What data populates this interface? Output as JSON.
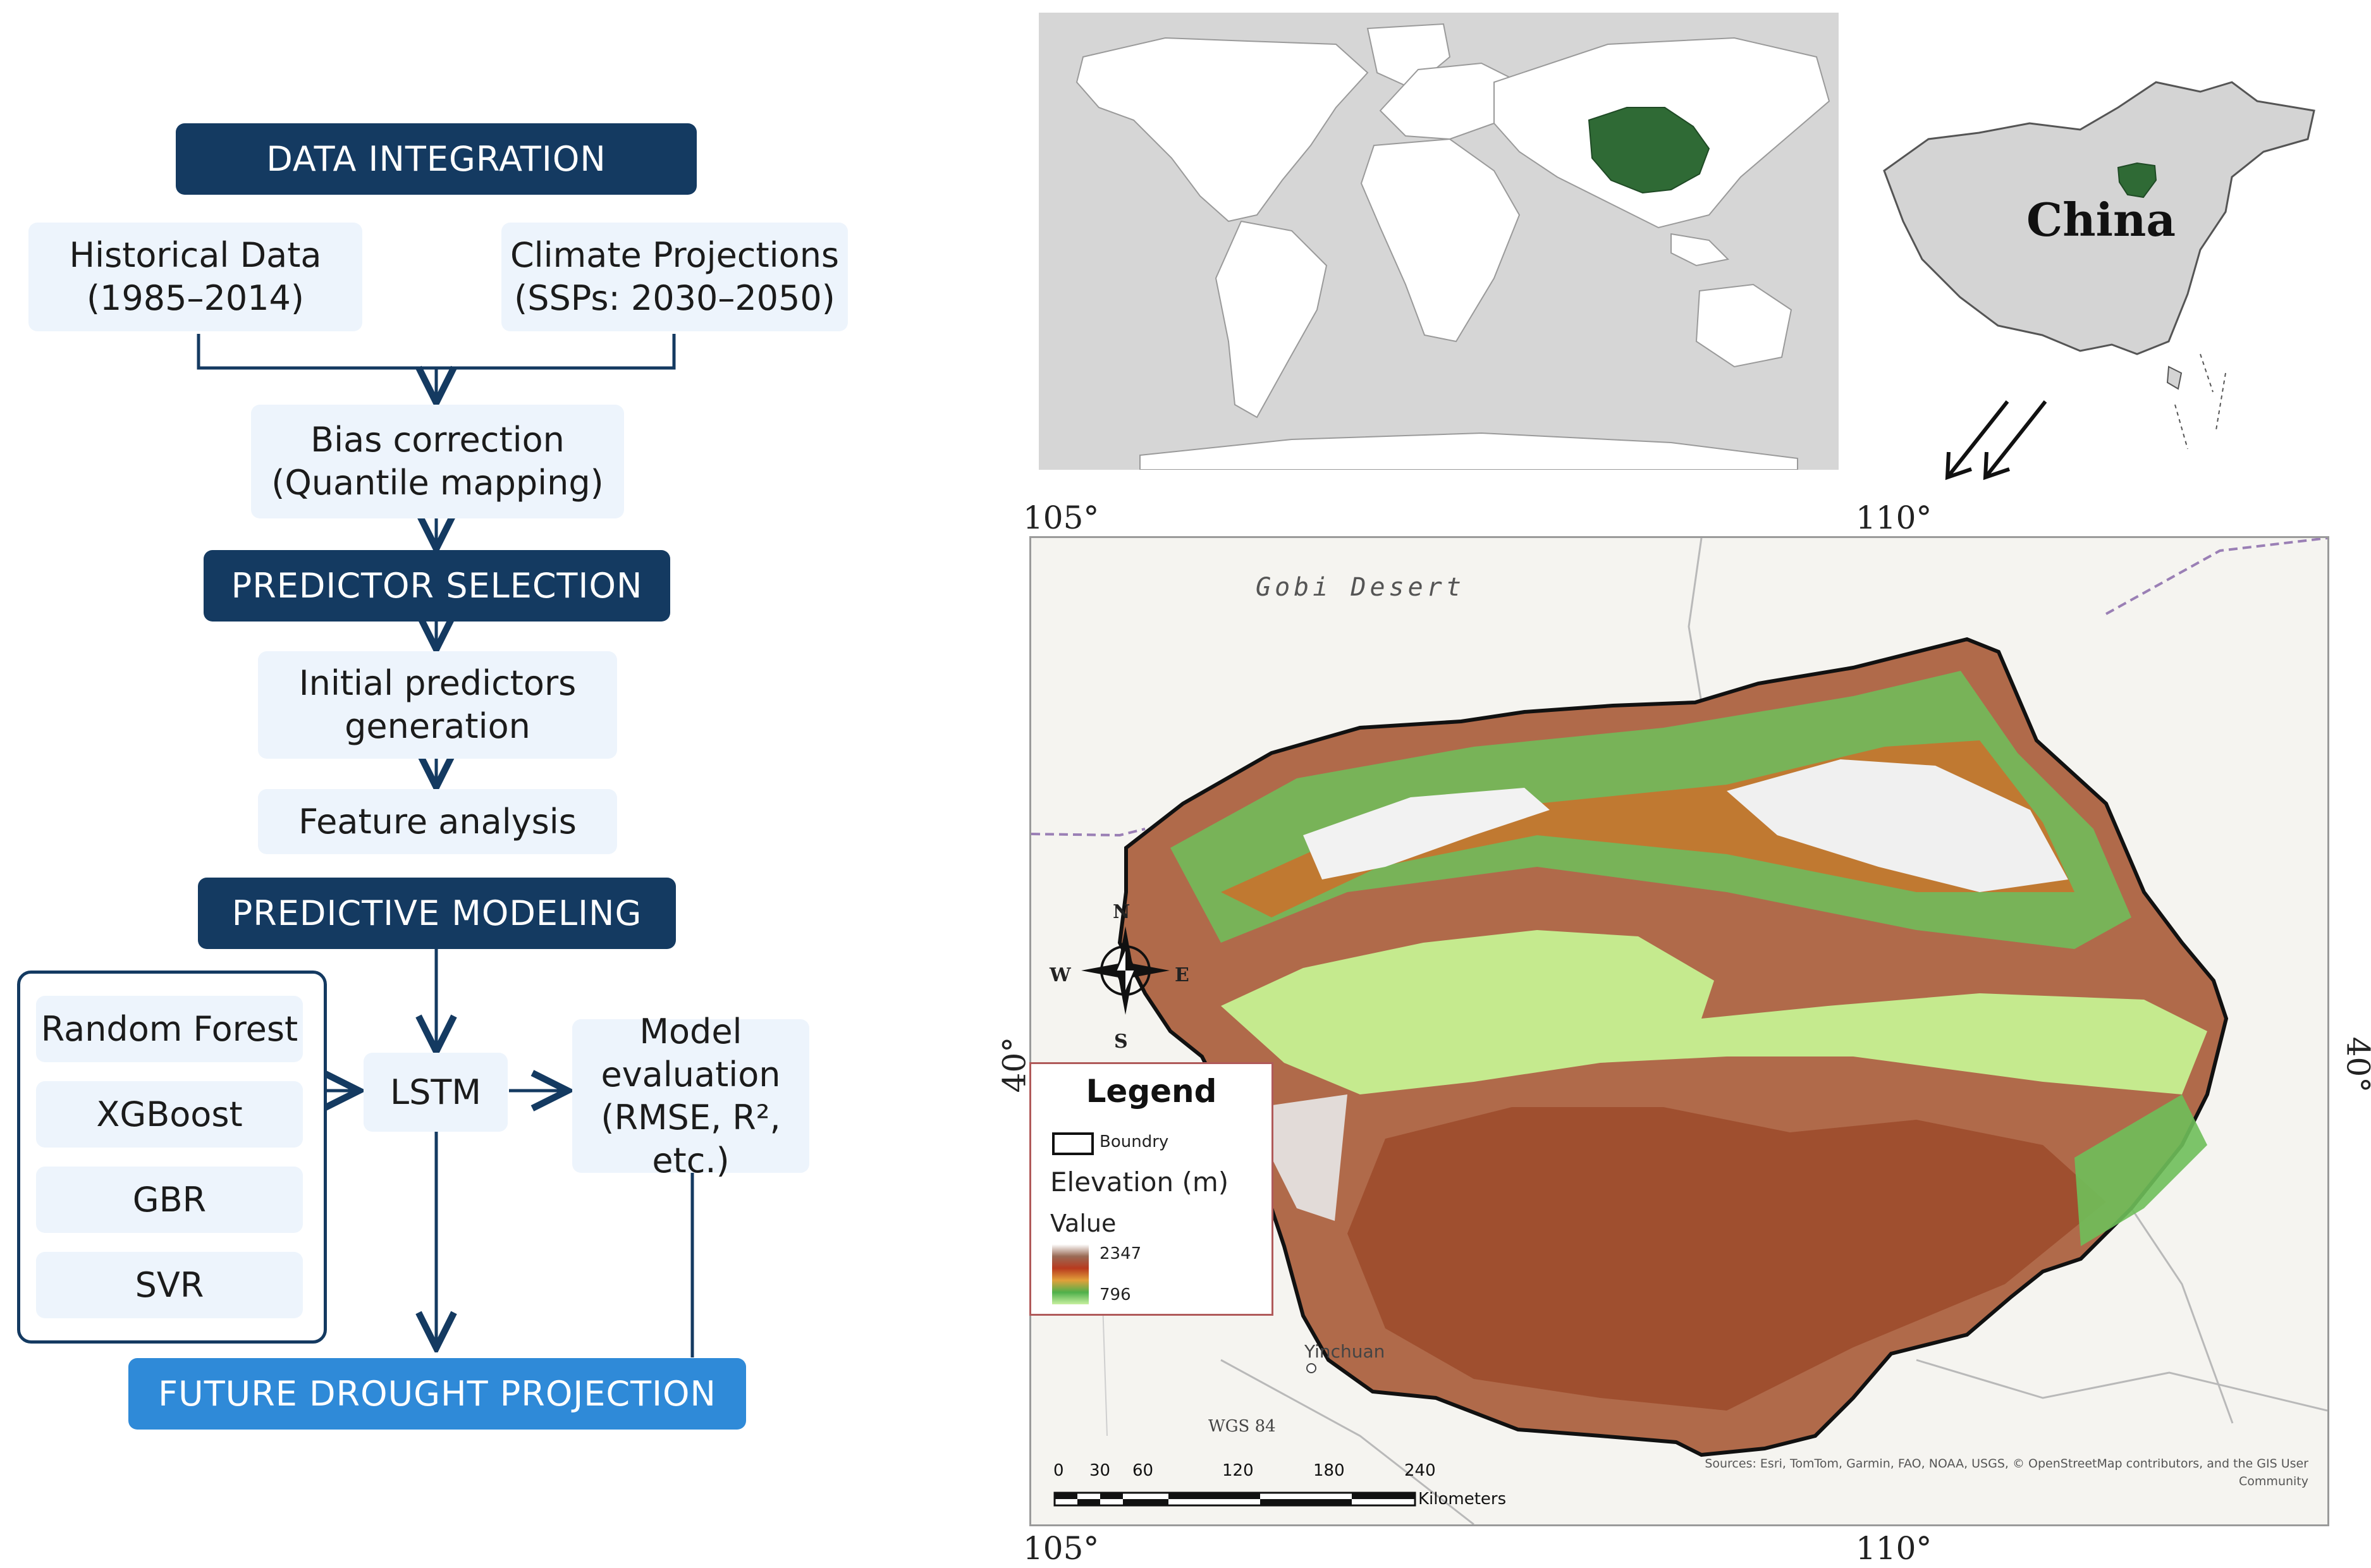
{
  "flowchart": {
    "data_integration": "DATA INTEGRATION",
    "historical": "Historical Data\n(1985–2014)",
    "projections": "Climate Projections\n(SSPs: 2030–2050)",
    "bias": "Bias correction\n(Quantile mapping)",
    "predictor_selection": "PREDICTOR SELECTION",
    "initial": "Initial predictors\ngeneration",
    "feature": "Feature analysis",
    "predictive_modeling": "PREDICTIVE MODELING",
    "models": [
      "Random Forest",
      "XGBoost",
      "GBR",
      "SVR"
    ],
    "lstm": "LSTM",
    "evaluation": "Model\nevaluation\n(RMSE, R², etc.)",
    "final": "FUTURE DROUGHT PROJECTION"
  },
  "locator": {
    "china_label": "China"
  },
  "map": {
    "lon_left": "105°",
    "lon_right": "110°",
    "lat": "40°",
    "desert": "Gobi Desert",
    "city": "Yinchuan",
    "datum": "WGS 84",
    "sources_line1": "Sources: Esri, TomTom, Garmin, FAO, NOAA, USGS, © OpenStreetMap contributors, and the GIS User",
    "sources_line2": "Community",
    "compass": {
      "n": "N",
      "s": "S",
      "e": "E",
      "w": "W"
    },
    "legend": {
      "title": "Legend",
      "boundary": "Boundry",
      "elevation": "Elevation (m)",
      "value": "Value",
      "max": "2347",
      "min": "796"
    },
    "scale": {
      "ticks": [
        "0",
        "30",
        "60",
        "120",
        "180",
        "240"
      ],
      "unit": "Kilometers"
    }
  },
  "colors": {
    "header": "#143a61",
    "final": "#2f8ad8",
    "box": "#edf4fc",
    "china": "#2f6a35"
  }
}
